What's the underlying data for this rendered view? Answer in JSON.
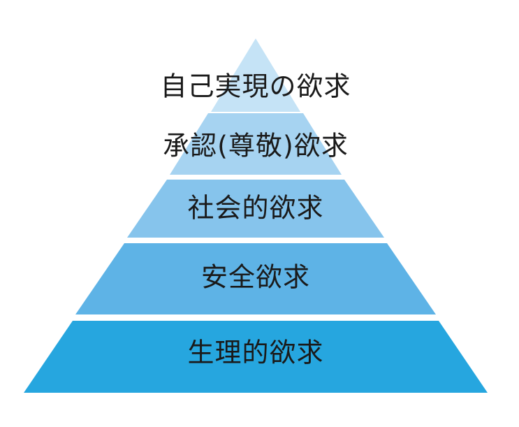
{
  "diagram": {
    "tiers": [
      {
        "label": "自己実現の欲求",
        "color": "#c5e3f6"
      },
      {
        "label": "承認(尊敬)欲求",
        "color": "#a6d3f1"
      },
      {
        "label": "社会的欲求",
        "color": "#86c4ec"
      },
      {
        "label": "安全欲求",
        "color": "#5eb3e6"
      },
      {
        "label": "生理的欲求",
        "color": "#26a6df"
      }
    ]
  }
}
